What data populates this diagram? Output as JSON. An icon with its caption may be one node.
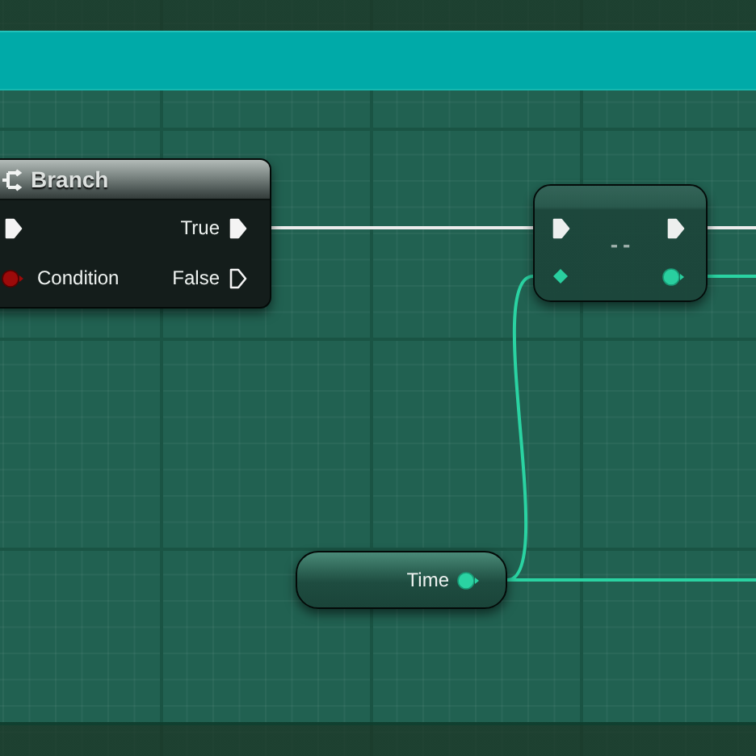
{
  "diagram": {
    "nodes": [
      {
        "text": [
          "Branch",
          "True",
          "Condition",
          "False"
        ]
      },
      {
        "text": [
          "--"
        ]
      },
      {
        "text": [
          "Time"
        ]
      }
    ],
    "edges": [
      {
        "from": 0,
        "to": 1,
        "arrow": "none",
        "color": "#ececec"
      },
      {
        "from": 1,
        "to": null,
        "arrow": "none",
        "color": "#ececec"
      },
      {
        "from": 1,
        "to": null,
        "arrow": "none"
      },
      {
        "from": 2,
        "to": 1,
        "arrow": "none"
      },
      {
        "from": 2,
        "to": null,
        "arrow": "none"
      }
    ]
  }
}
